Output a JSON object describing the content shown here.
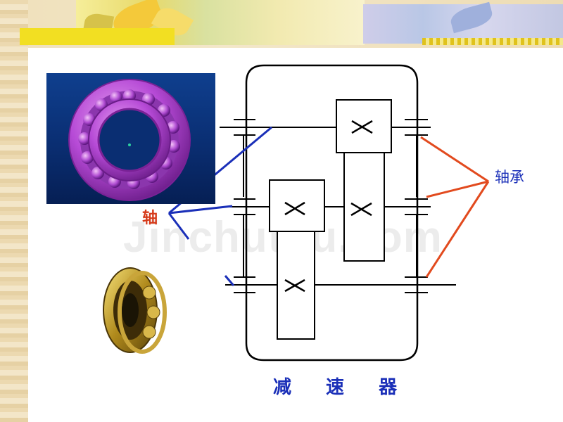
{
  "labels": {
    "shaft": "轴",
    "bearing": "轴承",
    "reducer": "减 速 器"
  },
  "watermark": "Jinchutou.com",
  "colors": {
    "diagram_line": "#000000",
    "leader_blue": "#1a2fb8",
    "leader_red": "#e24a1e",
    "label_red": "#d63a1a",
    "label_blue": "#1a2fb8",
    "bearing_purple": "#b64ad6"
  },
  "icons": {
    "gear_mark": "cross-x",
    "photo": "purple-ball-bearing",
    "small_photo": "gold-ball-bearing"
  }
}
